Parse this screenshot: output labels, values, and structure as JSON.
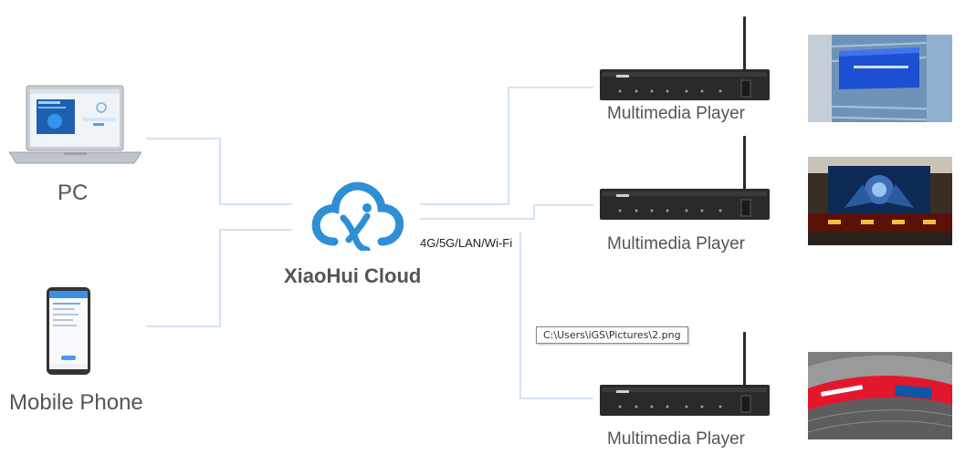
{
  "devices": {
    "pc_label": "PC",
    "phone_label": "Mobile Phone"
  },
  "cloud": {
    "name": "XiaoHui Cloud",
    "network": "4G/5G/LAN/Wi-Fi",
    "brand_color": "#2e8ed6"
  },
  "players": [
    {
      "label": "Multimedia Player"
    },
    {
      "label": "Multimedia Player"
    },
    {
      "label": "Multimedia Player"
    }
  ],
  "tooltip": {
    "path": "C:\\Users\\iGS\\Pictures\\2.png"
  },
  "colors": {
    "wire": "#a9c7e4",
    "text": "#555555",
    "device": "#2a2a2a"
  },
  "icons": [
    "laptop-icon",
    "smartphone-icon",
    "cloud-logo-icon",
    "media-player-icon",
    "antenna-icon"
  ]
}
